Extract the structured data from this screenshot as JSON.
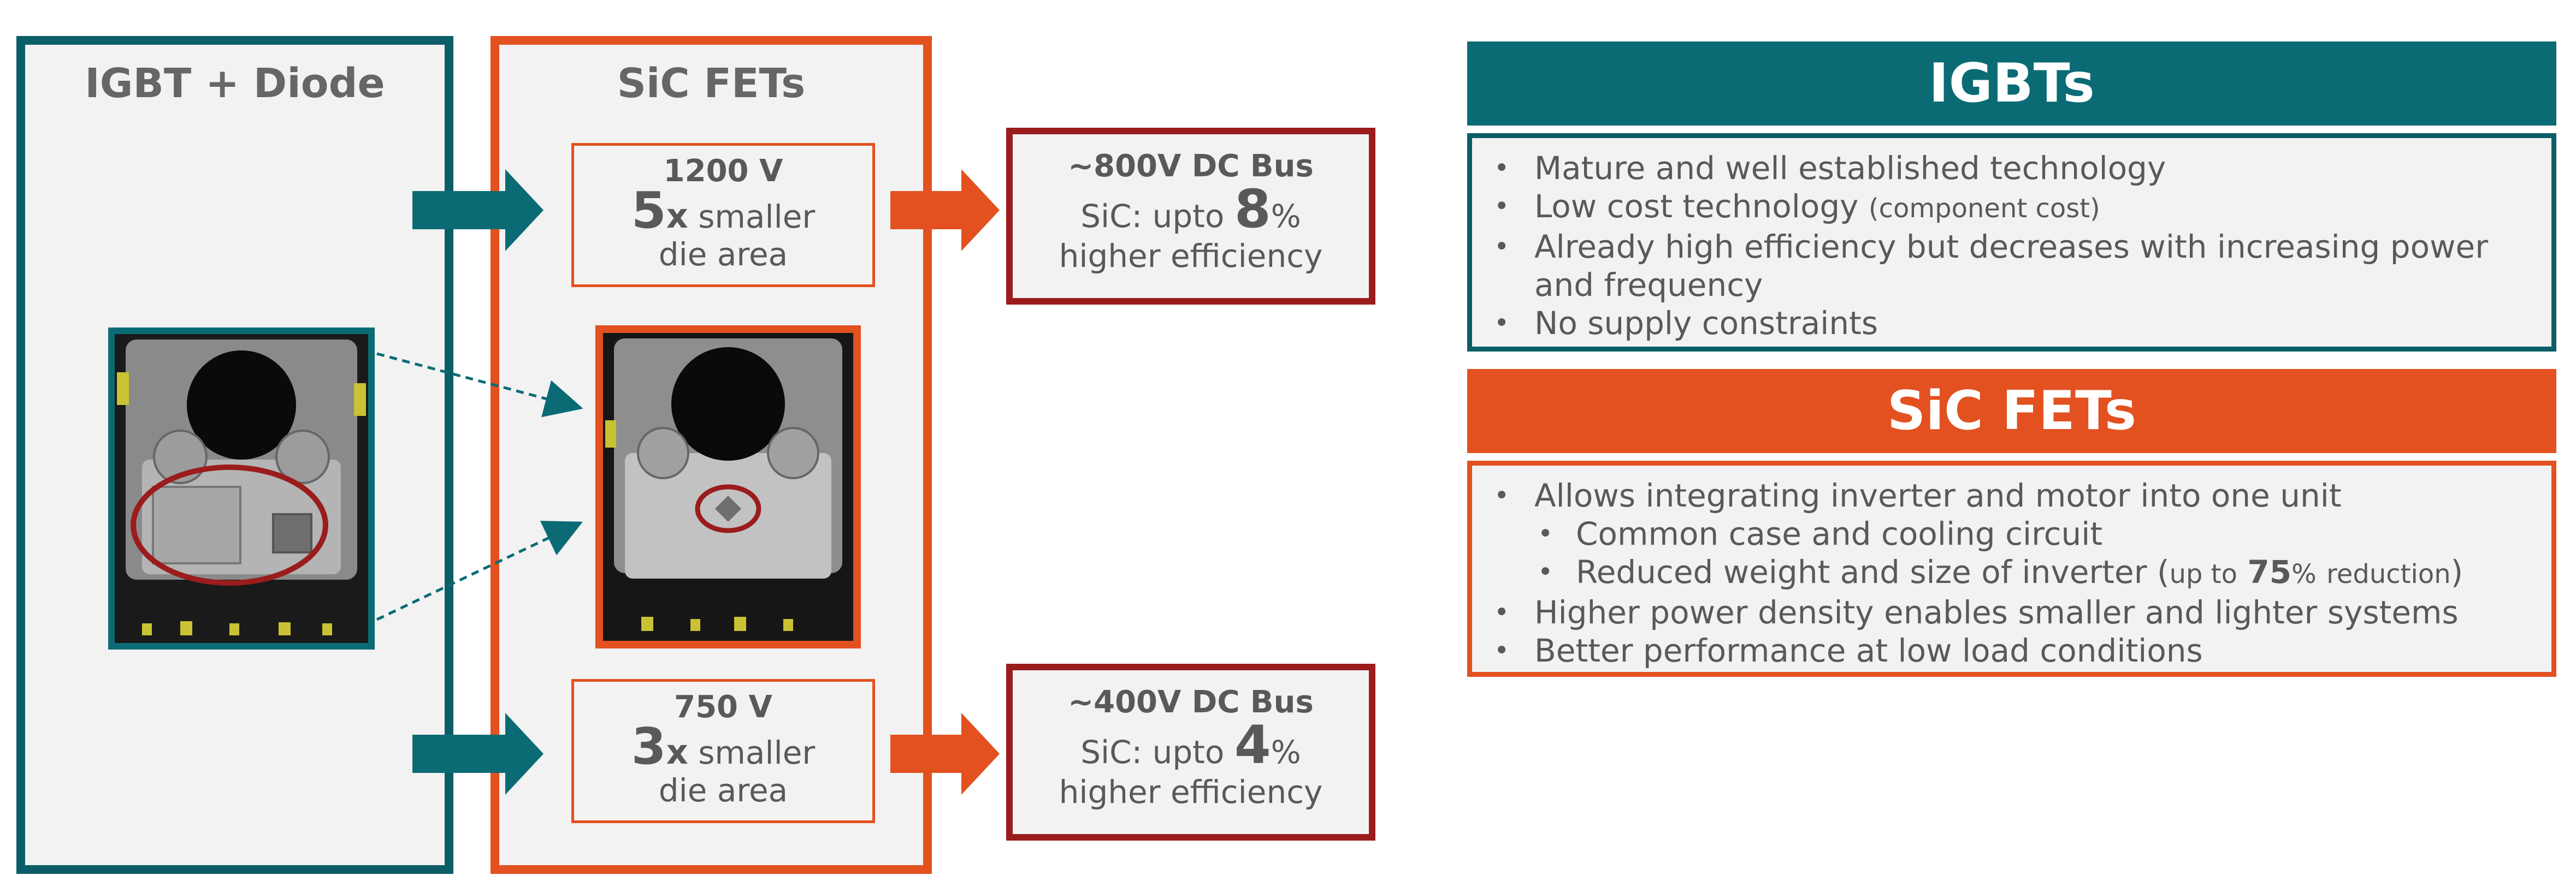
{
  "colors": {
    "teal": "#0b6b75",
    "teal_dark": "#0b5e67",
    "orange": "#e2511f",
    "dark_red": "#9b1c1c",
    "panel_bg": "#f2f2f2",
    "text": "#595959"
  },
  "diagram": {
    "igbt_panel_title": "IGBT + Diode",
    "sic_panel_title": "SiC FETs",
    "top_variant": {
      "voltage": "1200 V",
      "factor": "5",
      "factor_suffix": "x",
      "smaller": "smaller",
      "die_area": "die area"
    },
    "bottom_variant": {
      "voltage": "750 V",
      "factor": "3",
      "factor_suffix": "x",
      "smaller": "smaller",
      "die_area": "die area"
    },
    "top_bus": {
      "bus": "~800V DC Bus",
      "prefix": "SiC: upto",
      "value": "8",
      "unit": "%",
      "suffix": "higher efficiency"
    },
    "bottom_bus": {
      "bus": "~400V DC Bus",
      "prefix": "SiC: upto",
      "value": "4",
      "unit": "%",
      "suffix": "higher efficiency"
    },
    "icons": [
      "teal-arrow-right",
      "orange-arrow-right",
      "dashed-arrow",
      "chip-image"
    ]
  },
  "igbts": {
    "title": "IGBTs",
    "items": [
      "Mature and well established technology",
      "Low cost technology",
      "Already high efficiency but decreases with increasing power",
      "and frequency",
      "No supply constraints"
    ],
    "item1_note": "(component cost)"
  },
  "sic": {
    "title": "SiC FETs",
    "items": [
      "Allows integrating inverter and motor into one unit",
      "Common case and cooling circuit",
      "Reduced weight and size of inverter (",
      "Higher power density enables smaller and lighter systems",
      "Better performance at low load conditions"
    ],
    "note_up_to": "up to",
    "note_value": "75",
    "note_unit": "%",
    "note_reduction": "reduction",
    "note_close": ")"
  }
}
